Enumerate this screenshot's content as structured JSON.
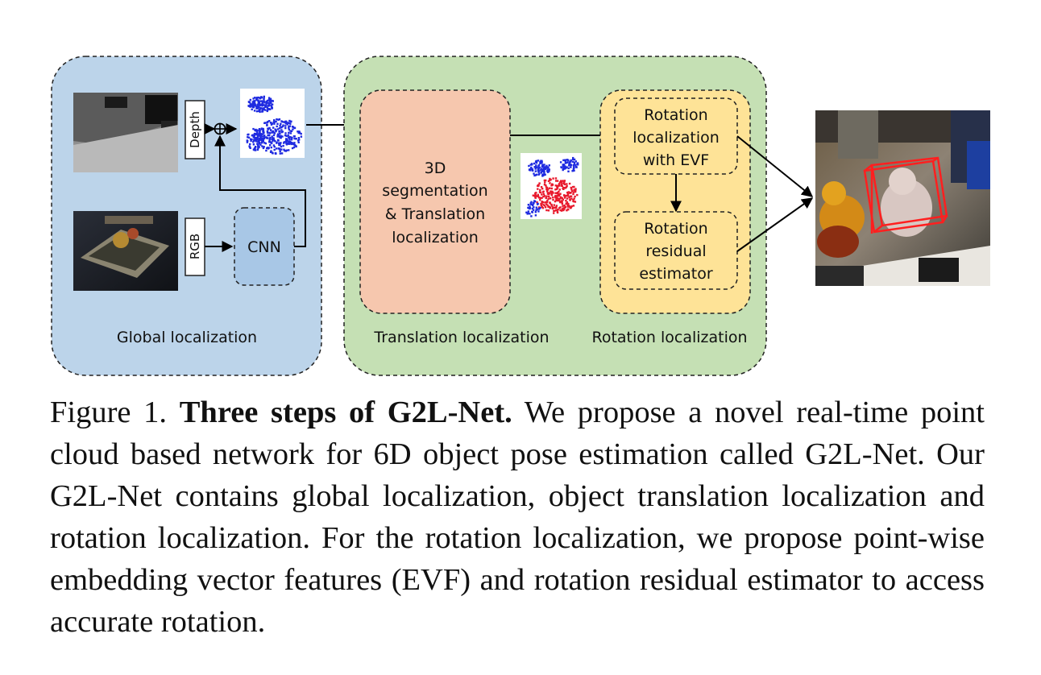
{
  "diagram": {
    "panels": {
      "global": "Global localization",
      "translation": "Translation localization",
      "rotation": "Rotation localization"
    },
    "inputs": {
      "depth": "Depth",
      "rgb": "RGB"
    },
    "cnn": "CNN",
    "segmentation_box": [
      "3D",
      "segmentation",
      "& Translation",
      "localization"
    ],
    "evf_box": [
      "Rotation",
      "localization",
      "with EVF"
    ],
    "residual_box": [
      "Rotation",
      "residual",
      "estimator"
    ],
    "colors": {
      "global_panel": "#bcd4ea",
      "green_panel": "#c5e0b4",
      "segmentation": "#f6c7ae",
      "rotation_panel": "#fee397",
      "cnn": "#a8c7e6",
      "points_blue": "#1f2be0",
      "points_red": "#e8192c",
      "bbox_red": "#ff1f1f"
    }
  },
  "caption": {
    "label": "Figure 1.",
    "title": "Three steps of G2L-Net.",
    "text": "We propose a novel real-time point cloud based network for 6D object pose estimation called G2L-Net. Our G2L-Net contains global localization, object trans­lation localization and rotation localization. For the rotation local­ization, we propose point-wise embedding vector features (EVF) and rotation residual estimator to access accurate rotation."
  }
}
